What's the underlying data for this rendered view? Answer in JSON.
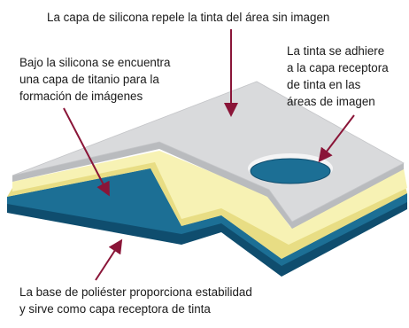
{
  "diagram": {
    "labels": {
      "top": [
        "La capa de silicona repele la tinta del área sin imagen"
      ],
      "left": [
        "Bajo la silicona se encuentra",
        "una capa de titanio para la",
        "formación de imágenes"
      ],
      "right": [
        "La tinta se adhiere",
        "a la capa receptora",
        "de tinta en las",
        "áreas de imagen"
      ],
      "bottom": [
        "La base de poliéster proporciona estabilidad",
        "y sirve como capa receptora de tinta"
      ]
    },
    "colors": {
      "silicone_top": "#d9dadc",
      "silicone_side": "#b9bbbe",
      "titanium": "#f7f2b4",
      "titanium_side": "#e8dd84",
      "polyester_top": "#1c6f95",
      "polyester_side": "#0f4d6e",
      "arrow": "#8a1538"
    }
  }
}
